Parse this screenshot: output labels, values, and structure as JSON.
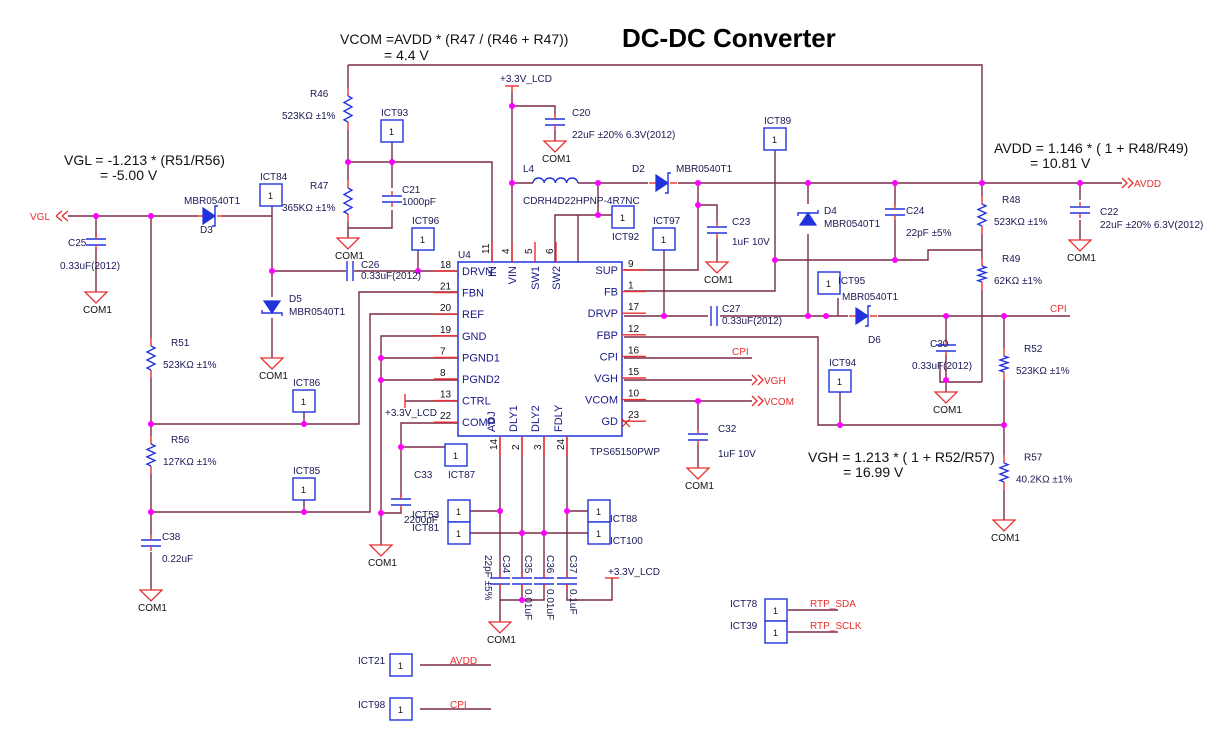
{
  "title": "DC-DC Converter",
  "equations": {
    "vcom": {
      "line1": "VCOM =AVDD * (R47 / (R46 + R47))",
      "line2": "= 4.4 V"
    },
    "vgl": {
      "line1": "VGL = -1.213 * (R51/R56)",
      "line2": "= -5.00 V"
    },
    "avdd": {
      "line1": "AVDD = 1.146 * ( 1 + R48/R49)",
      "line2": "= 10.81 V"
    },
    "vgh": {
      "line1": "VGH = 1.213 * ( 1 + R52/R57)",
      "line2": "= 16.99 V"
    }
  },
  "ground_label": "COM1",
  "power_label": "+3.3V_LCD",
  "nets": {
    "vgl": "VGL",
    "avdd": "AVDD",
    "cpi": "CPI",
    "vgh": "VGH",
    "vcom": "VCOM",
    "rtp_sda": "RTP_SDA",
    "rtp_sclk": "RTP_SCLK"
  },
  "ic": {
    "ref": "U4",
    "part": "TPS65150PWP",
    "top_pins": [
      {
        "num": "11",
        "name": "IN"
      },
      {
        "num": "4",
        "name": "VIN"
      },
      {
        "num": "5",
        "name": "SW1"
      },
      {
        "num": "6",
        "name": "SW2"
      }
    ],
    "left_pins": [
      {
        "num": "18",
        "name": "DRVN"
      },
      {
        "num": "21",
        "name": "FBN"
      },
      {
        "num": "20",
        "name": "REF"
      },
      {
        "num": "19",
        "name": "GND"
      },
      {
        "num": "7",
        "name": "PGND1"
      },
      {
        "num": "8",
        "name": "PGND2"
      },
      {
        "num": "13",
        "name": "CTRL"
      },
      {
        "num": "22",
        "name": "COMP"
      }
    ],
    "right_pins": [
      {
        "num": "9",
        "name": "SUP"
      },
      {
        "num": "1",
        "name": "FB"
      },
      {
        "num": "17",
        "name": "DRVP"
      },
      {
        "num": "12",
        "name": "FBP"
      },
      {
        "num": "16",
        "name": "CPI"
      },
      {
        "num": "15",
        "name": "VGH"
      },
      {
        "num": "10",
        "name": "VCOM"
      },
      {
        "num": "23",
        "name": "GD"
      }
    ],
    "bottom_pins": [
      {
        "num": "14",
        "name": "ADJ"
      },
      {
        "num": "2",
        "name": "DLY1"
      },
      {
        "num": "3",
        "name": "DLY2"
      },
      {
        "num": "24",
        "name": "FDLY"
      }
    ]
  },
  "resistors": {
    "R46": {
      "ref": "R46",
      "value": "523KΩ ±1%"
    },
    "R47": {
      "ref": "R47",
      "value": "365KΩ ±1%"
    },
    "R48": {
      "ref": "R48",
      "value": "523KΩ ±1%"
    },
    "R49": {
      "ref": "R49",
      "value": "62KΩ ±1%"
    },
    "R51": {
      "ref": "R51",
      "value": "523KΩ ±1%"
    },
    "R56": {
      "ref": "R56",
      "value": "127KΩ ±1%"
    },
    "R52": {
      "ref": "R52",
      "value": "523KΩ ±1%"
    },
    "R57": {
      "ref": "R57",
      "value": "40.2KΩ ±1%"
    }
  },
  "capacitors": {
    "C20": {
      "ref": "C20",
      "value": "22uF ±20% 6.3V(2012)"
    },
    "C21": {
      "ref": "C21",
      "value": "1000pF"
    },
    "C22": {
      "ref": "C22",
      "value": "22uF ±20% 6.3V(2012)"
    },
    "C23": {
      "ref": "C23",
      "value": "1uF 10V"
    },
    "C24": {
      "ref": "C24",
      "value": "22pF ±5%"
    },
    "C25": {
      "ref": "C25",
      "value": "0.33uF(2012)"
    },
    "C26": {
      "ref": "C26",
      "value": "0.33uF(2012)"
    },
    "C27": {
      "ref": "C27",
      "value": "0.33uF(2012)"
    },
    "C30": {
      "ref": "C30",
      "value": "0.33uF(2012)"
    },
    "C32": {
      "ref": "C32",
      "value": "1uF 10V"
    },
    "C33": {
      "ref": "C33",
      "value": "2200pF"
    },
    "C34": {
      "ref": "C34",
      "value": "22pF ±5%"
    },
    "C35": {
      "ref": "C35",
      "value": "0.01uF"
    },
    "C36": {
      "ref": "C36",
      "value": "0.01uF"
    },
    "C37": {
      "ref": "C37",
      "value": "0.1uF"
    },
    "C38": {
      "ref": "C38",
      "value": "0.22uF"
    }
  },
  "diodes": {
    "D2": {
      "ref": "D2",
      "part": "MBR0540T1"
    },
    "D3": {
      "ref": "D3",
      "part": "MBR0540T1"
    },
    "D4": {
      "ref": "D4",
      "part": "MBR0540T1"
    },
    "D5": {
      "ref": "D5",
      "part": "MBR0540T1"
    },
    "D6": {
      "ref": "D6",
      "part": "MBR0540T1"
    }
  },
  "inductor": {
    "ref": "L4",
    "part": "CDRH4D22HPNP-4R7NC"
  },
  "test_points": {
    "ICT93": "ICT93",
    "ICT84": "ICT84",
    "ICT96": "ICT96",
    "ICT92": "ICT92",
    "ICT97": "ICT97",
    "ICT89": "ICT89",
    "ICT95": "ICT95",
    "ICT94": "ICT94",
    "ICT86": "ICT86",
    "ICT85": "ICT85",
    "ICT87": "ICT87",
    "ICT53": "ICT53",
    "ICT81": "ICT81",
    "ICT88": "ICT88",
    "ICT100": "ICT100",
    "ICT78": "ICT78",
    "ICT39": "ICT39",
    "ICT21": "ICT21",
    "ICT98": "ICT98"
  },
  "pin_one": "1"
}
